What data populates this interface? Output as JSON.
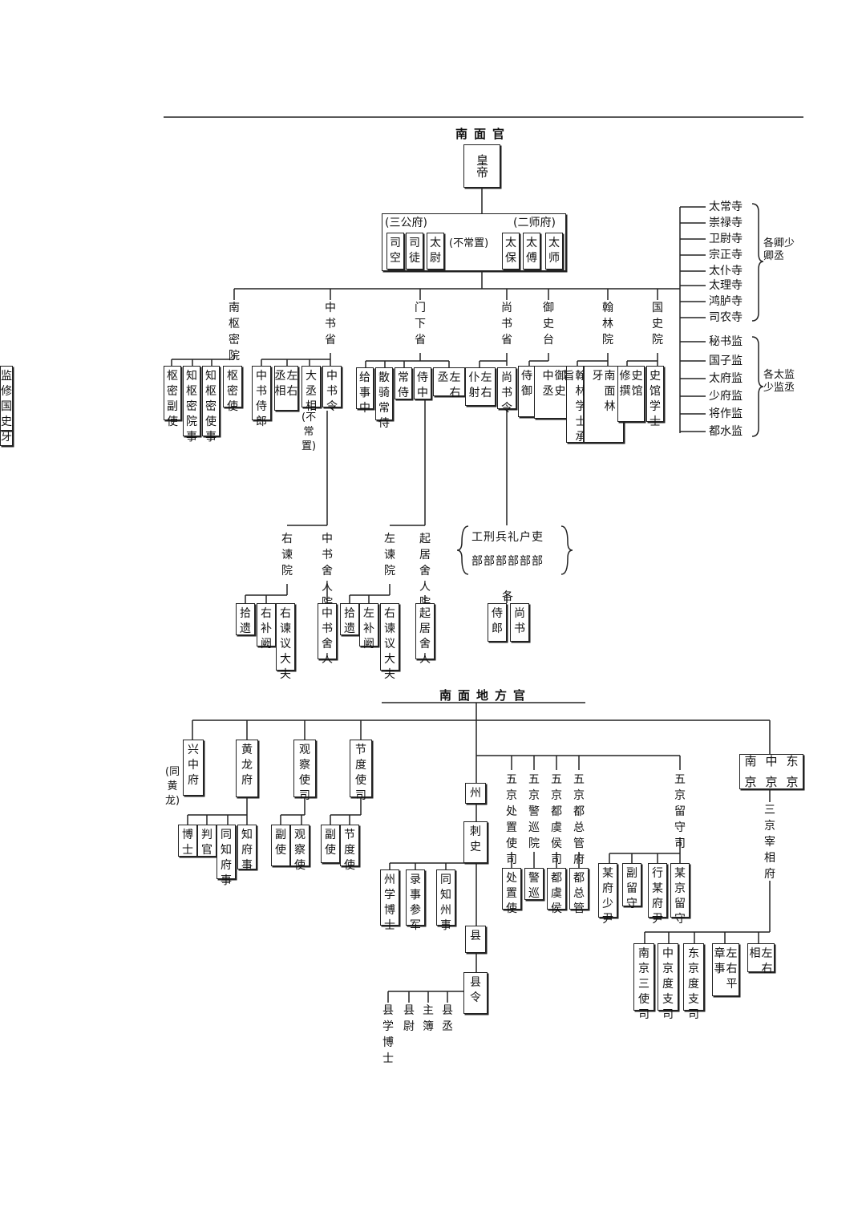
{
  "central": {
    "title": "南面官",
    "emperor": "皇帝",
    "sangong_label": "(三公府)",
    "sanshi_label": "(二师府)",
    "not_permanent": "(不常置)",
    "sangong": [
      "司空",
      "司徒",
      "太尉"
    ],
    "sanshi": [
      "太保",
      "太傅",
      "太师"
    ],
    "departments": {
      "shumi": "南枢密院",
      "zhongshu": "中书省",
      "menxia": "门下省",
      "shangshu": "尚书省",
      "yushi": "御史台",
      "hanlin": "翰林院",
      "guoshi": "国史院"
    },
    "shumi_officials": [
      "枢密副使",
      "知枢密院事",
      "知枢密使事",
      "枢密使"
    ],
    "zhongshu_officials": [
      "中书侍郎",
      "左右丞相",
      "大丞相",
      "中书令"
    ],
    "dachengxiang_note": "(不常置)",
    "menxia_officials": [
      "给事中",
      "散骑常侍",
      "常侍",
      "侍中",
      "左右丞"
    ],
    "shangshu_officials": [
      "左右仆射",
      "尚书令"
    ],
    "yushi_officials": [
      "侍御",
      "御史中丞",
      "御史大夫"
    ],
    "hanlin_officials": [
      "翰林学士承旨",
      "南面林牙",
      "翰林都林牙"
    ],
    "guoshi_officials": [
      "史馆修撰",
      "史馆学士",
      "监修国史"
    ],
    "temples": [
      "太常寺",
      "崇禄寺",
      "卫尉寺",
      "宗正寺",
      "太仆寺",
      "太理寺",
      "鸿胪寺",
      "司农寺"
    ],
    "temples_officials": "各卿少卿丞",
    "directorates": [
      "秘书监",
      "国子监",
      "太府监",
      "少府监",
      "将作监",
      "都水监"
    ],
    "directorates_officials": "各太监少监丞",
    "youjian": "右谏院",
    "sheren": "中书舍人院",
    "zuojian": "左谏院",
    "qiju": "起居舍人院",
    "youjian_officials": [
      "拾遗",
      "右补阙",
      "右谏议大夫"
    ],
    "sheren_officials": [
      "中书舍人"
    ],
    "zuojian_officials": [
      "拾遗",
      "左补阙",
      "右谏议大夫"
    ],
    "qiju_officials": [
      "起居舍人"
    ],
    "six_ministries_top": "工刑兵礼户吏",
    "six_ministries_bottom": "部部部部部部",
    "ministries_each": "各",
    "ministries_officials": [
      "侍郎",
      "尚书"
    ]
  },
  "local": {
    "title": "南面地方官",
    "xingzhong": "兴中府",
    "xingzhong_note": "(同黄龙)",
    "huanglong": "黄龙府",
    "guancha": "观察使司",
    "jiedu": "节度使司",
    "huanglong_officials": [
      "博士",
      "判官",
      "同知府事",
      "知府事"
    ],
    "guancha_officials": [
      "副使",
      "观察使"
    ],
    "jiedu_officials": [
      "副使",
      "节度使"
    ],
    "zhou": "州",
    "cishi": "刺史",
    "zhou_officials": [
      "州学博士",
      "录事参军",
      "同知州事"
    ],
    "xian": "县",
    "xianling": "县令",
    "xian_officials": [
      "县学博士",
      "县尉",
      "主簿",
      "县丞"
    ],
    "wujing": [
      "五京处置使司",
      "五京警巡院",
      "五京都虞侯司",
      "五京都总管府"
    ],
    "wujing_officials": [
      "处置使",
      "警巡",
      "都虞侯",
      "都总管"
    ],
    "liushou": "五京留守司",
    "liushou_officials": [
      "某府少尹",
      "副留守",
      "行某府尹",
      "某京留守"
    ],
    "three_capitals": [
      "东京",
      "中京",
      "南京"
    ],
    "zaixiang": "三京宰相府",
    "zaixiang_officials": [
      "南京三使司",
      "中京度支司",
      "东京度支司",
      "左右平章事",
      "左右相"
    ]
  }
}
